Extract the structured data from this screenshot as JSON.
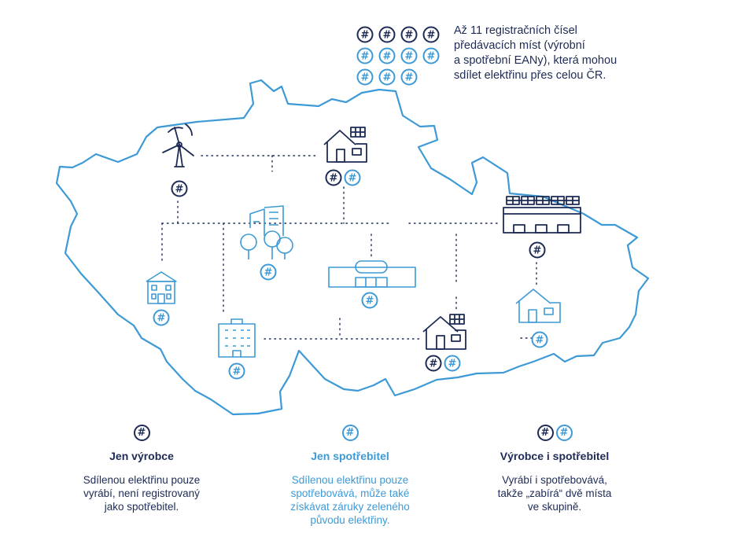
{
  "colors": {
    "navy": "#1d2b55",
    "blue": "#3d9ad6",
    "map": "#3d9ad6"
  },
  "info": {
    "text": "Až 11 registračních čísel\npředávacích míst (výrobní\na spotřební EANy), která mohou\nsdílet elektřinu přes celou ČR.",
    "badge_rows": [
      [
        "producer",
        "producer",
        "producer",
        "producer"
      ],
      [
        "consumer",
        "consumer",
        "consumer",
        "consumer"
      ],
      [
        "consumer",
        "consumer",
        "consumer"
      ]
    ]
  },
  "badge_symbol": "#",
  "nodes": [
    {
      "id": "wind-turbine",
      "icon": "wind-turbine-icon",
      "badges": [
        "producer"
      ]
    },
    {
      "id": "family-house-solar",
      "icon": "house-solar-icon",
      "badges": [
        "producer",
        "consumer"
      ]
    },
    {
      "id": "office-buildings",
      "icon": "city-buildings-icon",
      "badges": [
        "consumer"
      ]
    },
    {
      "id": "apartment-house",
      "icon": "townhouse-icon",
      "badges": [
        "consumer"
      ]
    },
    {
      "id": "apartment-block",
      "icon": "apartment-block-icon",
      "badges": [
        "consumer"
      ]
    },
    {
      "id": "public-building",
      "icon": "public-building-icon",
      "badges": [
        "consumer"
      ]
    },
    {
      "id": "house-solar-2",
      "icon": "house-solar-icon",
      "badges": [
        "producer",
        "consumer"
      ]
    },
    {
      "id": "factory-solar",
      "icon": "factory-solar-icon",
      "badges": [
        "producer"
      ]
    },
    {
      "id": "small-house",
      "icon": "small-house-icon",
      "badges": [
        "consumer"
      ]
    }
  ],
  "legend": [
    {
      "title": "Jen výrobce",
      "desc": "Sdílenou elektřinu pouze\nvyrábí, není registrovaný\njako spotřebitel.",
      "badges": [
        "producer"
      ],
      "color": "#1d2b55"
    },
    {
      "title": "Jen spotřebitel",
      "desc": "Sdílenou elektřinu pouze\nspotřebovává, může také\nzískávat záruky zeleného\npůvodu elektřiny.",
      "badges": [
        "consumer"
      ],
      "color": "#3d9ad6"
    },
    {
      "title": "Výrobce i spotřebitel",
      "desc": "Vyrábí i spotřebovává,\ntakže „zabírá“ dvě místa\nve skupině.",
      "badges": [
        "producer",
        "consumer"
      ],
      "color": "#1d2b55"
    }
  ]
}
